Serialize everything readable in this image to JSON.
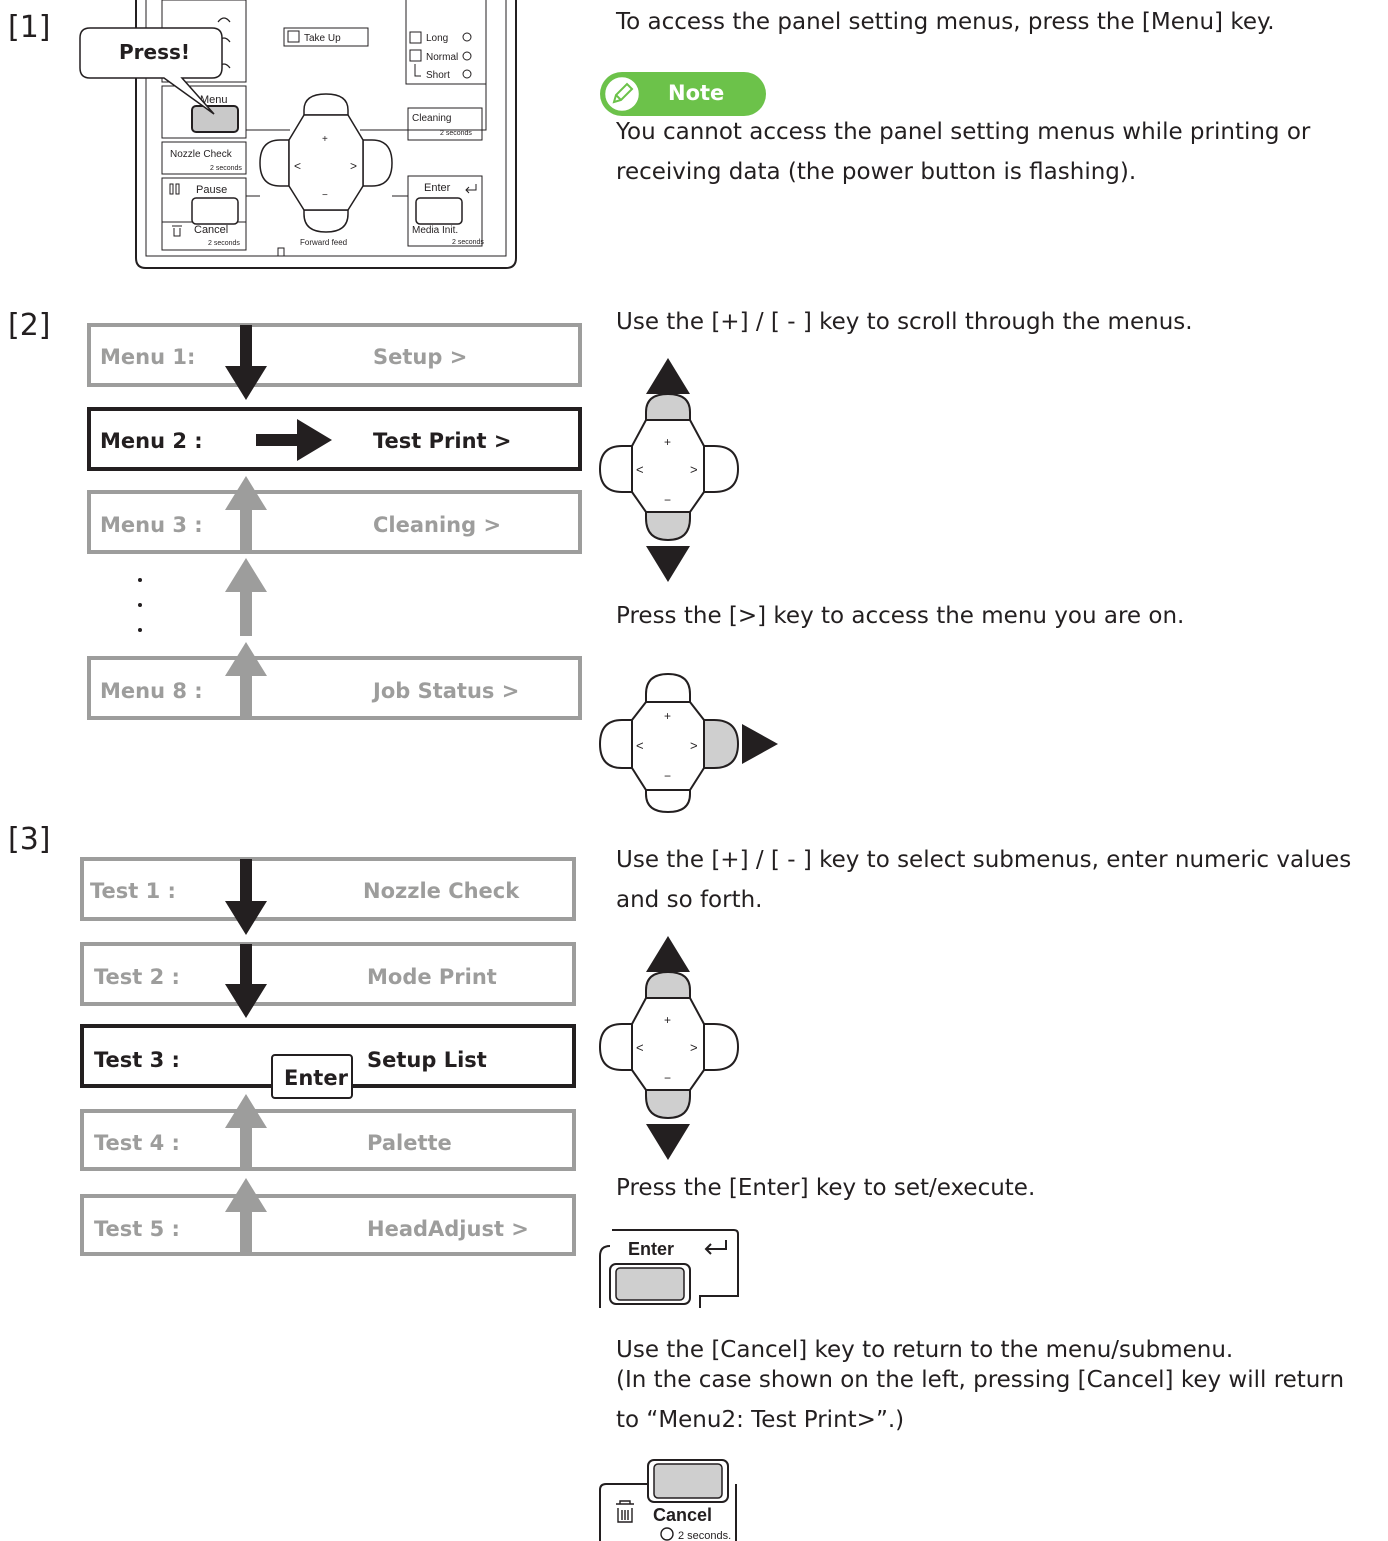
{
  "colors": {
    "note_green": "#6cc24a",
    "active": "#231f20",
    "inactive": "#9d9d9c",
    "key_fill": "#cfcfcf"
  },
  "steps": [
    {
      "number": "[1]",
      "panel": {
        "callout": "Press!",
        "take_up": "Take Up",
        "long": "Long",
        "normal": "Normal",
        "short": "Short",
        "menu": "Menu",
        "cleaning": "Cleaning",
        "nozzle_check": "Nozzle Check",
        "pause": "Pause",
        "cancel": "Cancel",
        "enter": "Enter",
        "media_init": "Media Init.",
        "forward_feed": "Forward feed",
        "two_seconds": "2 seconds",
        "plus": "+",
        "minus": "−",
        "left": "<",
        "right": ">"
      },
      "instruction": "To access the panel setting menus, press the [Menu] key.",
      "note_label": "Note",
      "note_text": "You cannot access the panel setting menus while printing or receiving data (the power button is flashing)."
    },
    {
      "number": "[2]",
      "menus": [
        {
          "label": "Menu 1:",
          "value": "Setup >"
        },
        {
          "label": "Menu 2 :",
          "value": "Test Print >"
        },
        {
          "label": "Menu 3 :",
          "value": "Cleaning >"
        },
        {
          "label": "Menu 8 :",
          "value": "Job Status >"
        }
      ],
      "instruction_scroll": "Use the [+] / [ - ] key to scroll through the menus.",
      "instruction_access": "Press the [>] key to access the menu you are on."
    },
    {
      "number": "[3]",
      "tests": [
        {
          "label": "Test 1 :",
          "value": "Nozzle Check"
        },
        {
          "label": "Test 2 :",
          "value": "Mode Print"
        },
        {
          "label": "Test 3 :",
          "value": "Setup List"
        },
        {
          "label": "Test 4 :",
          "value": "Palette"
        },
        {
          "label": "Test 5 :",
          "value": "HeadAdjust >"
        }
      ],
      "enter_key": "Enter",
      "instruction_select": "Use the [+] / [ - ] key to select submenus, enter numeric values and so forth.",
      "instruction_enter": "Press the [Enter] key to set/execute.",
      "enter_button_label": "Enter",
      "instruction_cancel_1": "Use the [Cancel] key to return to the menu/submenu.",
      "instruction_cancel_2": "(In the case shown on the left, pressing [Cancel] key will return to “Menu2: Test Print>”.)",
      "cancel_button_label": "Cancel",
      "cancel_button_sub": "2 seconds."
    }
  ]
}
